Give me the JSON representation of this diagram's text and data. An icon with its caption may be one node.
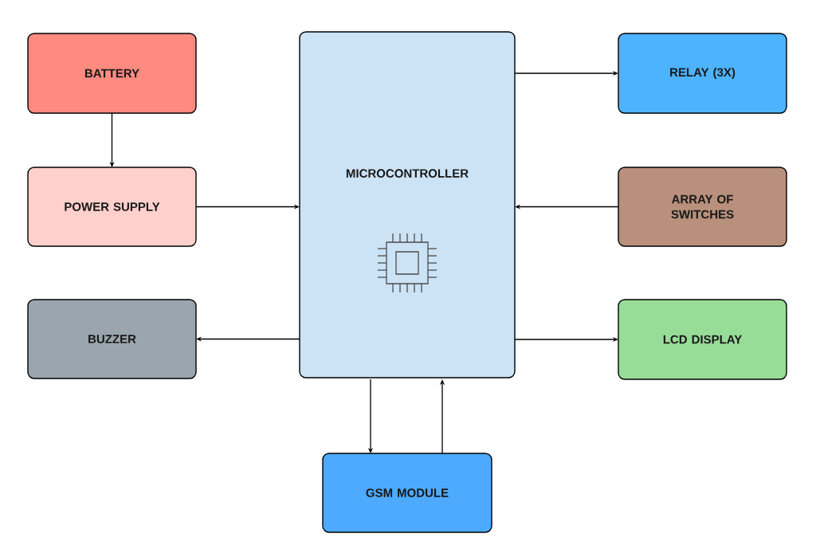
{
  "diagram": {
    "nodes": [
      {
        "text": [
          "BATTERY"
        ]
      },
      {
        "text": [
          "POWER SUPPLY"
        ]
      },
      {
        "text": [
          "BUZZER"
        ]
      },
      {
        "text": [
          "MICROCONTROLLER"
        ]
      },
      {
        "text": [
          "RELAY (3X)"
        ]
      },
      {
        "text": [
          "ARRAY OF SWITCHES"
        ]
      },
      {
        "text": [
          "LCD DISPLAY"
        ]
      },
      {
        "text": [
          "GSM MODULE"
        ]
      }
    ],
    "edges": [
      {
        "from": 0,
        "to": 1,
        "arrow": "to"
      },
      {
        "from": 1,
        "to": 3,
        "arrow": "to"
      },
      {
        "from": 3,
        "to": 2,
        "arrow": "to"
      },
      {
        "from": 3,
        "to": 4,
        "arrow": "to"
      },
      {
        "from": 5,
        "to": 3,
        "arrow": "to"
      },
      {
        "from": 3,
        "to": 6,
        "arrow": "to"
      },
      {
        "from": 3,
        "to": 7,
        "arrow": "to"
      },
      {
        "from": 7,
        "to": 3,
        "arrow": "to"
      }
    ]
  }
}
